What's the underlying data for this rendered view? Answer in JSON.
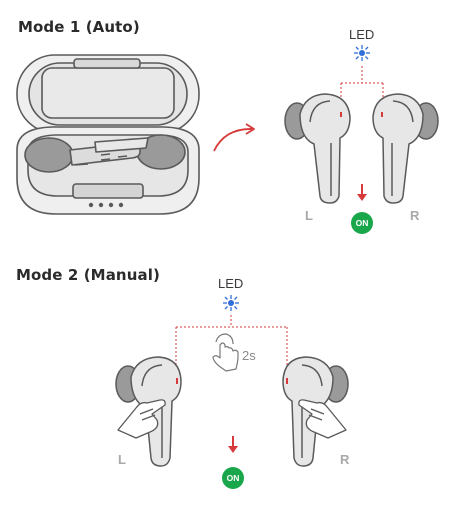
{
  "mode1": {
    "title": "Mode 1 (Auto)",
    "led_label": "LED",
    "left_label": "L",
    "right_label": "R",
    "status": "ON"
  },
  "mode2": {
    "title": "Mode 2 (Manual)",
    "led_label": "LED",
    "left_label": "L",
    "right_label": "R",
    "status": "ON",
    "hold_time": "2s"
  },
  "colors": {
    "led_blue": "#2f6fd6",
    "arrow_red": "#d63a3a",
    "on_green": "#1aa64a",
    "outline": "#5a5a5a",
    "fill": "#e3e3e3",
    "dark_fill": "#9a9a9a"
  },
  "icons": [
    "charging-case-icon",
    "curved-arrow-icon",
    "led-light-icon",
    "earbud-icon",
    "down-arrow-icon",
    "tap-hand-icon",
    "pinching-hand-icon"
  ]
}
